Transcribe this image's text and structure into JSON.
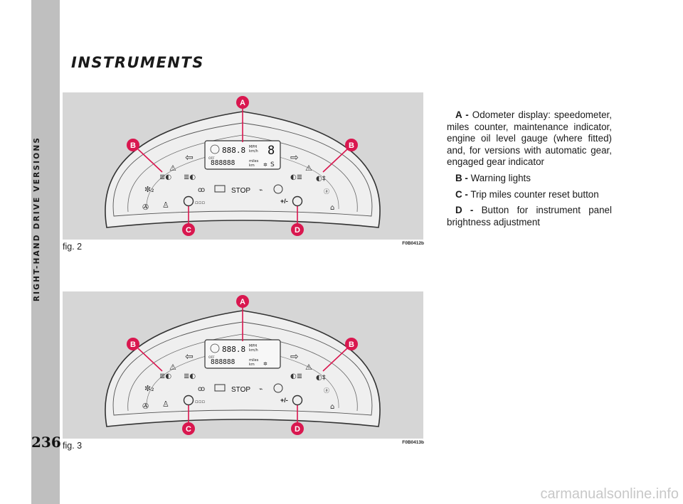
{
  "page": {
    "side_title": "RIGHT-HAND DRIVE VERSIONS",
    "number": "236",
    "section_title": "INSTRUMENTS",
    "watermark": "carmanualsonline.info"
  },
  "figures": [
    {
      "label": "fig. 2",
      "code": "F0B0412b",
      "callouts": [
        "A",
        "B",
        "B",
        "C",
        "D"
      ],
      "display": {
        "speed_digits": "888.8",
        "unit_top_1": "MPH",
        "unit_top_2": "km/h",
        "odo_digits": "888888",
        "unit_bottom_1": "miles",
        "unit_bottom_2": "km",
        "gear_letter": "S",
        "gear_digit": "8",
        "off_label": "OFF"
      },
      "panel": {
        "stop_label": "STOP",
        "plus_minus_label": "+/-",
        "square_label": "▫▫▫"
      }
    },
    {
      "label": "fig. 3",
      "code": "F0B0413b",
      "callouts": [
        "A",
        "B",
        "B",
        "C",
        "D"
      ],
      "display": {
        "speed_digits": "888.8",
        "unit_top_1": "MPH",
        "unit_top_2": "km/h",
        "odo_digits": "888888",
        "unit_bottom_1": "miles",
        "unit_bottom_2": "km",
        "off_label": "OFF"
      },
      "panel": {
        "stop_label": "STOP",
        "plus_minus_label": "+/-",
        "square_label": "▫▫▫"
      }
    }
  ],
  "legend": [
    {
      "key": "A -",
      "text": "Odometer display: speedometer, miles counter, maintenance indicator, engine oil level gauge (where fitted) and, for versions with automatic gear, engaged gear indicator"
    },
    {
      "key": "B -",
      "text": "Warning lights"
    },
    {
      "key": "C -",
      "text": "Trip miles counter reset button"
    },
    {
      "key": "D -",
      "text": "Button for instrument panel brightness adjustment"
    }
  ],
  "colors": {
    "callout": "#d9174f",
    "panel_bg": "#d6d6d6",
    "dial_face": "#ececec",
    "sidebar": "#bfbfbf"
  }
}
